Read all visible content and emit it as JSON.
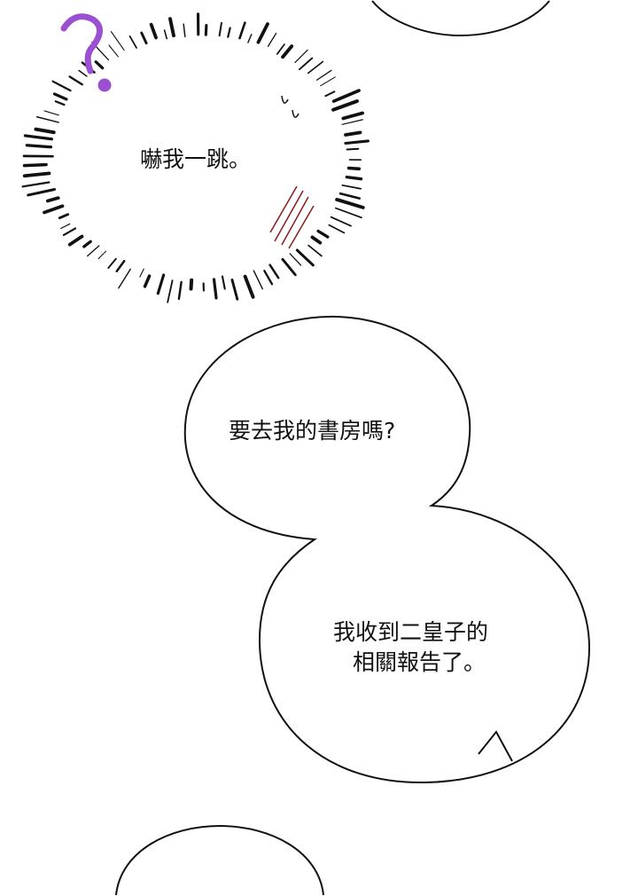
{
  "panel": {
    "shout_bubble": {
      "text": "嚇我一跳。"
    },
    "bubble_question": {
      "text": "要去我的書房嗎?"
    },
    "bubble_report": {
      "line1": "我收到二皇子的",
      "line2": "相關報告了。"
    },
    "colors": {
      "question_mark": "#9b4fd1",
      "sweat": "#8b1a1a",
      "ink": "#111111"
    }
  }
}
